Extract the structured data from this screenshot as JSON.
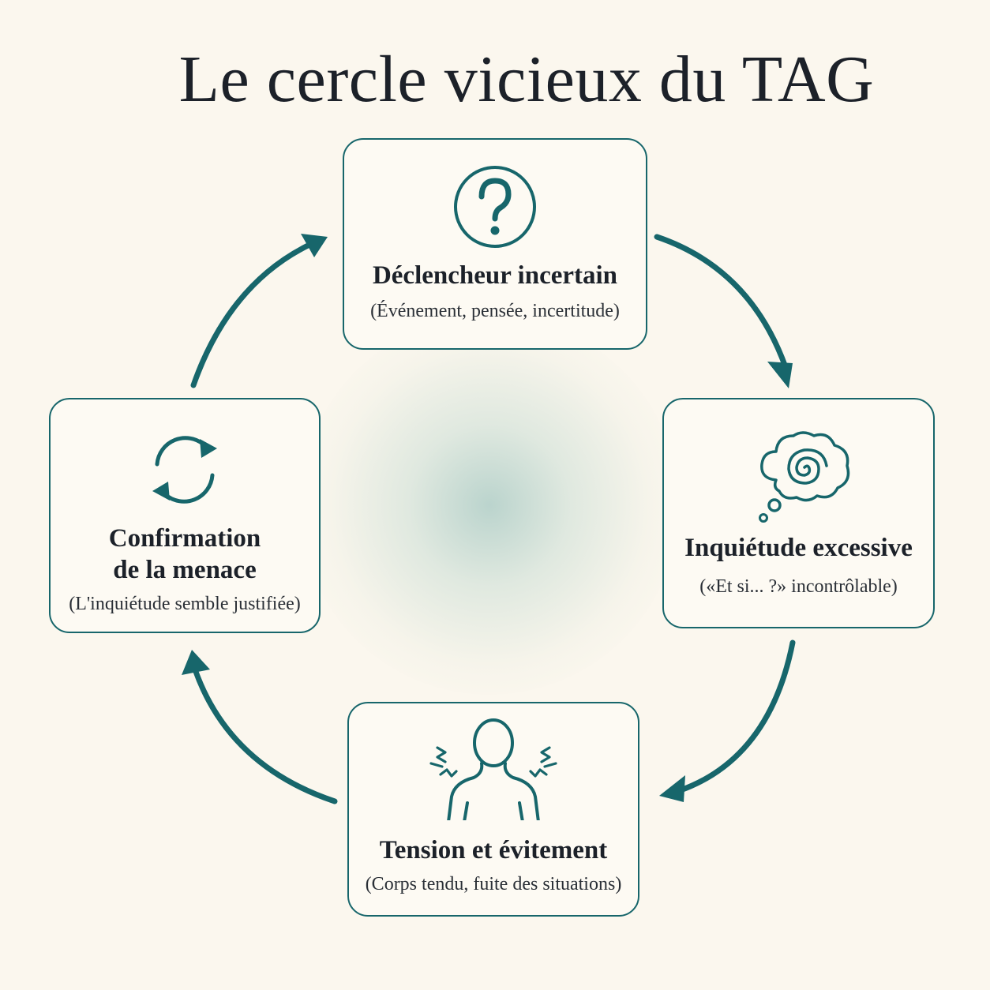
{
  "title": "Le cercle vicieux du TAG",
  "accent_color": "#17666b",
  "steps": [
    {
      "icon": "question-circle-icon",
      "heading": "Déclencheur incertain",
      "subtitle": "(Événement, pensée, incertitude)"
    },
    {
      "icon": "thought-spiral-icon",
      "heading": "Inquiétude excessive",
      "subtitle": "(«Et si... ?» incontrôlable)"
    },
    {
      "icon": "tense-body-icon",
      "heading": "Tension et évitement",
      "subtitle": "(Corps tendu, fuite des situations)"
    },
    {
      "icon": "cycle-arrows-icon",
      "heading_line1": "Confirmation",
      "heading_line2": "de la menace",
      "subtitle": "(L'inquiétude semble justifiée)"
    }
  ]
}
